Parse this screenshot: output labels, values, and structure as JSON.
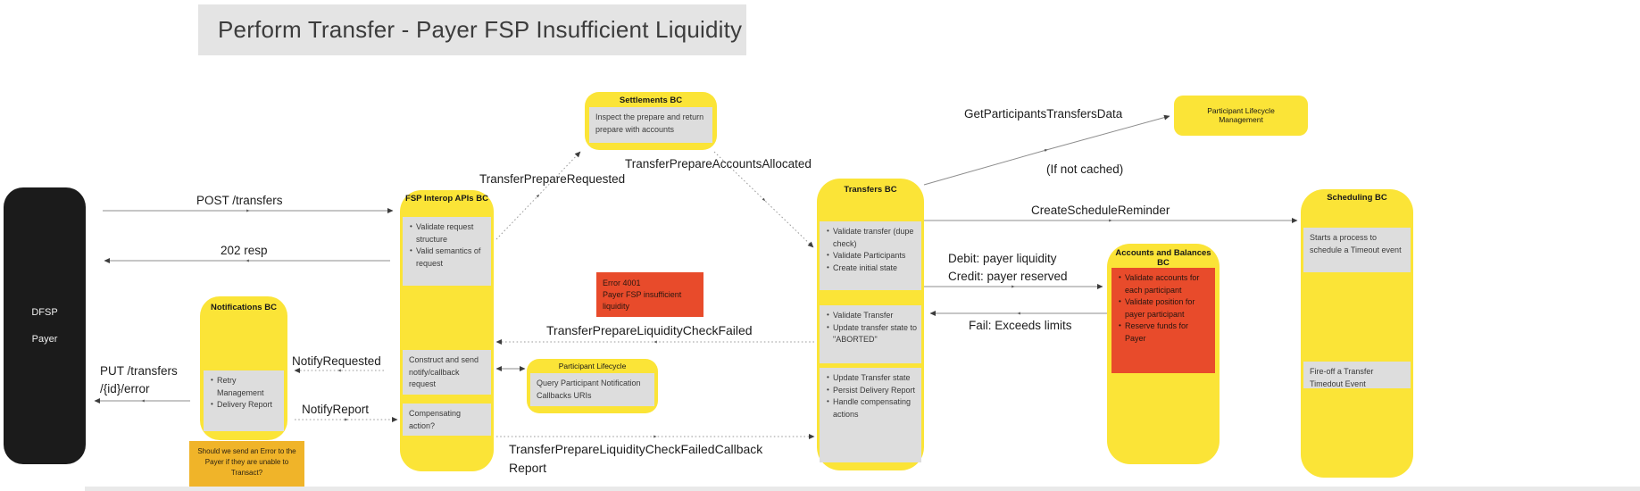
{
  "title": "Perform Transfer - Payer FSP Insufficient Liquidity",
  "actor": {
    "line1": "DFSP",
    "line2": "Payer"
  },
  "boxes": {
    "fsp_interop": {
      "header": "FSP Interop APIs BC",
      "card1": [
        "Validate request structure",
        "Valid semantics of request"
      ],
      "card2": "Construct and send notify/callback request",
      "card3": "Compensating action?"
    },
    "notifications": {
      "header": "Notifications BC",
      "card1": [
        "Retry Management",
        "Delivery Report"
      ]
    },
    "settlements": {
      "header": "Settlements BC",
      "card1": "Inspect the prepare and return prepare with accounts"
    },
    "transfers": {
      "header": "Transfers BC",
      "card1": [
        "Validate transfer (dupe check)",
        "Validate Participants",
        "Create initial state"
      ],
      "card2": [
        "Validate Transfer",
        "Update transfer state to \"ABORTED\""
      ],
      "card3": [
        "Update Transfer state",
        "Persist Delivery Report",
        "Handle compensating actions"
      ]
    },
    "accounts_balances": {
      "header": "Accounts and Balances BC",
      "card1": [
        "Validate accounts for each participant",
        "Validate position for payer participant",
        "Reserve funds for Payer"
      ]
    },
    "scheduling": {
      "header": "Scheduling BC",
      "card1": "Starts a process to schedule a Timeout event",
      "card2": "Fire-off a Transfer Timedout Event"
    },
    "participant_lifecycle_mgmt": {
      "label": "Participant Lifecycle Management"
    },
    "participant_lifecycle": {
      "header": "Participant Lifecycle",
      "card1": "Query Participant Notification Callbacks URIs"
    }
  },
  "notes": {
    "error_4001": "Error 4001\nPayer FSP insufficient liquidity",
    "question": "Should we send an Error to the Payer if they are unable to Transact?"
  },
  "messages": {
    "post_transfers": "POST /transfers",
    "resp_202": "202 resp",
    "put_transfers": "PUT /transfers\n/{id}/error",
    "notify_requested": "NotifyRequested",
    "notify_report": "NotifyReport",
    "transfer_prepare_requested": "TransferPrepareRequested",
    "transfer_prepare_accounts_allocated": "TransferPrepareAccountsAllocated",
    "get_participants_transfers_data": "GetParticipantsTransfersData",
    "if_not_cached": "(If not cached)",
    "create_schedule_reminder": "CreateScheduleReminder",
    "debit_credit": "Debit: payer liquidity\nCredit: payer reserved",
    "fail_exceeds_limits": "Fail: Exceeds limits",
    "liquidity_check_failed": "TransferPrepareLiquidityCheckFailed",
    "liquidity_check_failed_callback": "TransferPrepareLiquidityCheckFailedCallback\nReport"
  },
  "colors": {
    "yellow": "#FBE437",
    "red": "#E84B2B",
    "amber": "#F0B429",
    "card_gray": "#DDDDDD",
    "title_bg": "#E4E4E4"
  }
}
